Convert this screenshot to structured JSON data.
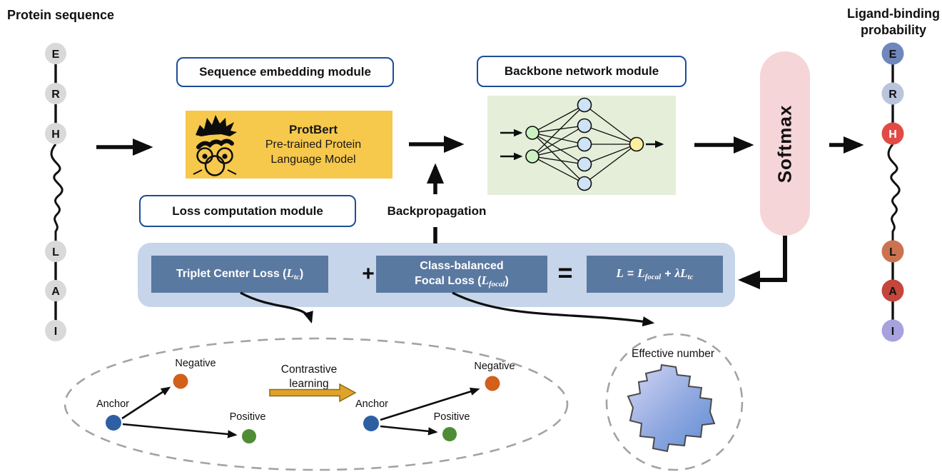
{
  "titles": {
    "protein_sequence": "Protein sequence",
    "ligand_line1": "Ligand-binding",
    "ligand_line2": "probability"
  },
  "modules": {
    "sequence_embedding": "Sequence embedding module",
    "backbone": "Backbone network module",
    "loss_computation": "Loss computation module"
  },
  "protbert": {
    "title": "ProtBert",
    "subtitle1": "Pre-trained Protein",
    "subtitle2": "Language Model"
  },
  "softmax": {
    "label": "Softmax"
  },
  "backprop": {
    "label": "Backpropagation"
  },
  "loss": {
    "triplet_words": "Triplet Center Loss (",
    "triplet_var": "L",
    "triplet_sub": "tc",
    "close_paren": ")",
    "plus": "+",
    "cb_line1": "Class-balanced",
    "cb_prefix": "Focal Loss (",
    "cb_var": "L",
    "cb_sub": "focal",
    "equals": "=",
    "eq": {
      "v1": "L",
      "op": "=",
      "v2": "L",
      "sub2": "focal",
      "plus": "+",
      "lam": "λ",
      "v3": "L",
      "sub3": "tc"
    }
  },
  "contrastive": {
    "anchor": "Anchor",
    "negative": "Negative",
    "positive": "Positive",
    "line1": "Contrastive",
    "line2": "learning"
  },
  "effective": {
    "label": "Effective number"
  },
  "chains": {
    "left": [
      "E",
      "R",
      "H",
      "L",
      "A",
      "I"
    ],
    "right": [
      "E",
      "R",
      "H",
      "L",
      "A",
      "I"
    ]
  },
  "colors": {
    "module_border": "#1d4d99",
    "protbert_bg": "#f6c84c",
    "backbone_bg": "#e4eed9",
    "softmax_bg": "#f5d5d8",
    "panel_bg": "#c7d5ea",
    "loss_box_bg": "#5a79a1",
    "residue_left": "#d9d9d9",
    "residues_right": {
      "E": "#6f87ba",
      "R": "#b9c4dd",
      "H": "#e24a45",
      "L": "#cb7350",
      "A": "#c4463c",
      "I": "#a7a2de"
    },
    "nn_input": "#ccf2c4",
    "nn_hidden": "#cfe3f7",
    "nn_output": "#faf0a0",
    "anchor": "#2e5fa3",
    "negative": "#d2601a",
    "positive": "#4e8c35",
    "contrastive_arrow": "#dfa32a"
  }
}
